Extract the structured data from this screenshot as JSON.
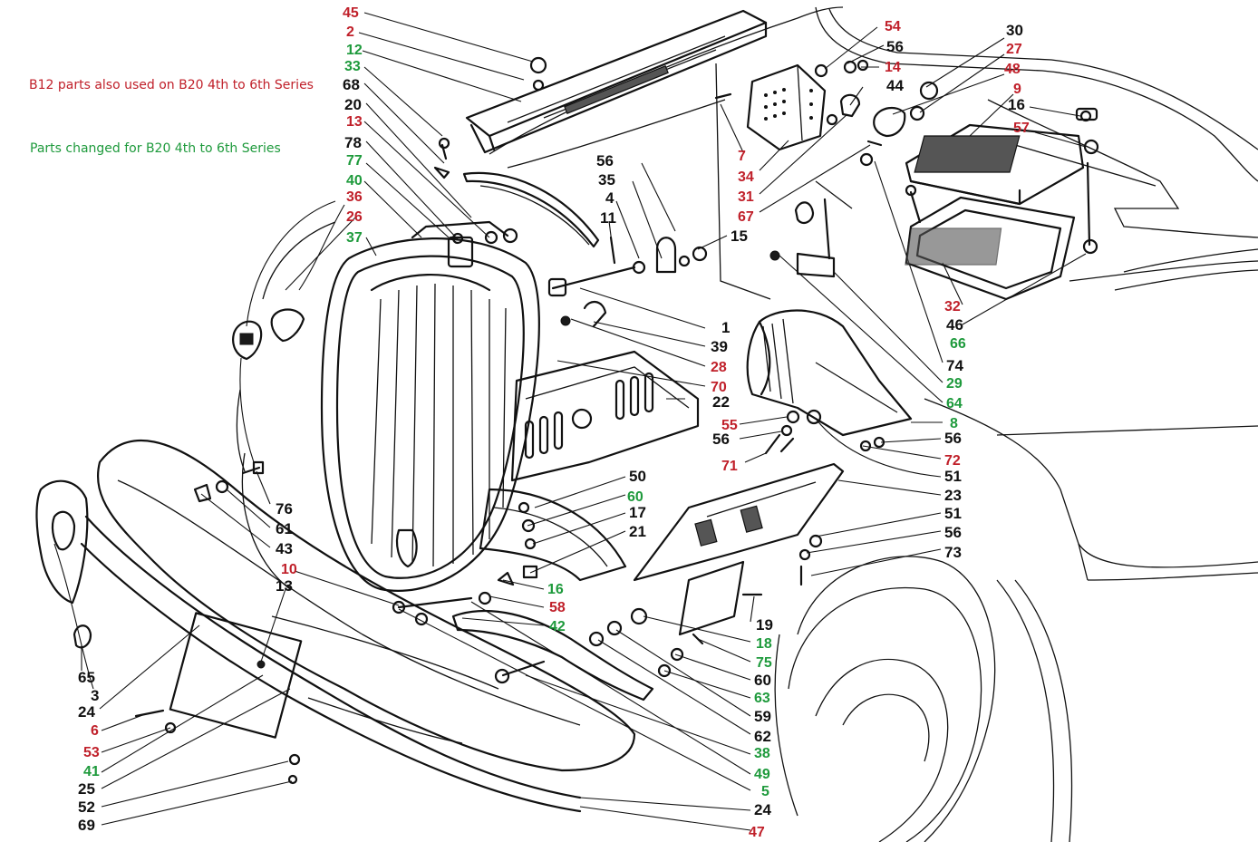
{
  "legend": {
    "red_text": "B12 parts also used on B20 4th to 6th Series",
    "green_text": "Parts changed for B20 4th to 6th Series"
  },
  "colors": {
    "red": "#c0202a",
    "green": "#1e9a3c",
    "black": "#111111"
  },
  "labels": [
    {
      "id": "l45a",
      "text": "45",
      "color": "red"
    },
    {
      "id": "l2",
      "text": "2",
      "color": "red"
    },
    {
      "id": "l12",
      "text": "12",
      "color": "green"
    },
    {
      "id": "l33",
      "text": "33",
      "color": "green"
    },
    {
      "id": "l68",
      "text": "68",
      "color": "black"
    },
    {
      "id": "l20",
      "text": "20",
      "color": "black"
    },
    {
      "id": "l13a",
      "text": "13",
      "color": "red"
    },
    {
      "id": "l78",
      "text": "78",
      "color": "black"
    },
    {
      "id": "l77",
      "text": "77",
      "color": "green"
    },
    {
      "id": "l40",
      "text": "40",
      "color": "green"
    },
    {
      "id": "l36",
      "text": "36",
      "color": "red"
    },
    {
      "id": "l26",
      "text": "26",
      "color": "red"
    },
    {
      "id": "l37",
      "text": "37",
      "color": "green"
    },
    {
      "id": "l54",
      "text": "54",
      "color": "red"
    },
    {
      "id": "l56a",
      "text": "56",
      "color": "black"
    },
    {
      "id": "l14",
      "text": "14",
      "color": "red"
    },
    {
      "id": "l44",
      "text": "44",
      "color": "black"
    },
    {
      "id": "l30",
      "text": "30",
      "color": "black"
    },
    {
      "id": "l27",
      "text": "27",
      "color": "red"
    },
    {
      "id": "l48",
      "text": "48",
      "color": "red"
    },
    {
      "id": "l9",
      "text": "9",
      "color": "red"
    },
    {
      "id": "l16a",
      "text": "16",
      "color": "black"
    },
    {
      "id": "l57",
      "text": "57",
      "color": "red"
    },
    {
      "id": "l7",
      "text": "7",
      "color": "red"
    },
    {
      "id": "l34",
      "text": "34",
      "color": "red"
    },
    {
      "id": "l31",
      "text": "31",
      "color": "red"
    },
    {
      "id": "l67",
      "text": "67",
      "color": "red"
    },
    {
      "id": "l56b",
      "text": "56",
      "color": "black"
    },
    {
      "id": "l35",
      "text": "35",
      "color": "black"
    },
    {
      "id": "l4",
      "text": "4",
      "color": "black"
    },
    {
      "id": "l11",
      "text": "11",
      "color": "black"
    },
    {
      "id": "l15",
      "text": "15",
      "color": "black"
    },
    {
      "id": "l32",
      "text": "32",
      "color": "red"
    },
    {
      "id": "l46",
      "text": "46",
      "color": "black"
    },
    {
      "id": "l66",
      "text": "66",
      "color": "green"
    },
    {
      "id": "l1",
      "text": "1",
      "color": "black"
    },
    {
      "id": "l39",
      "text": "39",
      "color": "black"
    },
    {
      "id": "l28",
      "text": "28",
      "color": "red"
    },
    {
      "id": "l74",
      "text": "74",
      "color": "black"
    },
    {
      "id": "l70",
      "text": "70",
      "color": "red"
    },
    {
      "id": "l29",
      "text": "29",
      "color": "green"
    },
    {
      "id": "l22",
      "text": "22",
      "color": "black"
    },
    {
      "id": "l64",
      "text": "64",
      "color": "green"
    },
    {
      "id": "l55",
      "text": "55",
      "color": "red"
    },
    {
      "id": "l8",
      "text": "8",
      "color": "green"
    },
    {
      "id": "l56c",
      "text": "56",
      "color": "black"
    },
    {
      "id": "l56d",
      "text": "56",
      "color": "black"
    },
    {
      "id": "l71",
      "text": "71",
      "color": "red"
    },
    {
      "id": "l72",
      "text": "72",
      "color": "red"
    },
    {
      "id": "l51a",
      "text": "51",
      "color": "black"
    },
    {
      "id": "l76",
      "text": "76",
      "color": "black"
    },
    {
      "id": "l50",
      "text": "50",
      "color": "black"
    },
    {
      "id": "l23",
      "text": "23",
      "color": "black"
    },
    {
      "id": "l60a",
      "text": "60",
      "color": "green"
    },
    {
      "id": "l61",
      "text": "61",
      "color": "black"
    },
    {
      "id": "l17",
      "text": "17",
      "color": "black"
    },
    {
      "id": "l51b",
      "text": "51",
      "color": "black"
    },
    {
      "id": "l21",
      "text": "21",
      "color": "black"
    },
    {
      "id": "l43",
      "text": "43",
      "color": "black"
    },
    {
      "id": "l56e",
      "text": "56",
      "color": "black"
    },
    {
      "id": "l73",
      "text": "73",
      "color": "black"
    },
    {
      "id": "l10",
      "text": "10",
      "color": "red"
    },
    {
      "id": "l13b",
      "text": "13",
      "color": "black"
    },
    {
      "id": "l16b",
      "text": "16",
      "color": "green"
    },
    {
      "id": "l58",
      "text": "58",
      "color": "red"
    },
    {
      "id": "l19",
      "text": "19",
      "color": "black"
    },
    {
      "id": "l42",
      "text": "42",
      "color": "green"
    },
    {
      "id": "l18",
      "text": "18",
      "color": "green"
    },
    {
      "id": "l75",
      "text": "75",
      "color": "green"
    },
    {
      "id": "l65",
      "text": "65",
      "color": "black"
    },
    {
      "id": "l3",
      "text": "3",
      "color": "black"
    },
    {
      "id": "l60b",
      "text": "60",
      "color": "black"
    },
    {
      "id": "l24a",
      "text": "24",
      "color": "black"
    },
    {
      "id": "l63",
      "text": "63",
      "color": "green"
    },
    {
      "id": "l6",
      "text": "6",
      "color": "red"
    },
    {
      "id": "l59",
      "text": "59",
      "color": "black"
    },
    {
      "id": "l62",
      "text": "62",
      "color": "black"
    },
    {
      "id": "l53",
      "text": "53",
      "color": "red"
    },
    {
      "id": "l38",
      "text": "38",
      "color": "green"
    },
    {
      "id": "l41",
      "text": "41",
      "color": "green"
    },
    {
      "id": "l49",
      "text": "49",
      "color": "green"
    },
    {
      "id": "l25",
      "text": "25",
      "color": "black"
    },
    {
      "id": "l5",
      "text": "5",
      "color": "green"
    },
    {
      "id": "l52",
      "text": "52",
      "color": "black"
    },
    {
      "id": "l24b",
      "text": "24",
      "color": "black"
    },
    {
      "id": "l69",
      "text": "69",
      "color": "black"
    },
    {
      "id": "l47",
      "text": "47",
      "color": "red"
    }
  ]
}
